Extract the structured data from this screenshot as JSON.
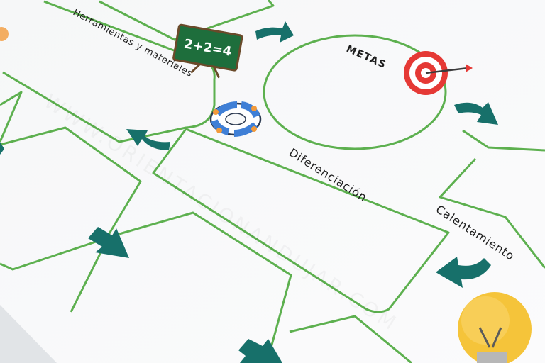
{
  "labels": {
    "herramientas": "Herramientas y materiales",
    "metas": "METAS",
    "diferenciacion": "Diferenciación",
    "calentamiento": "Calentamiento",
    "chalkboard": "2+2=4"
  },
  "icons": [
    "chalkboard-icon",
    "target-icon",
    "lifebuoy-icon",
    "lightbulb-icon",
    "curved-arrow-icon",
    "down-arrow-icon"
  ],
  "colors": {
    "outline": "#5db04f",
    "arrow": "#17706a",
    "target_red": "#e53935",
    "chalkboard": "#1e6e3c",
    "bulb": "#f5c43a",
    "lifebuoy_blue": "#3f7fd6",
    "lifebuoy_orange": "#f29a3b"
  }
}
